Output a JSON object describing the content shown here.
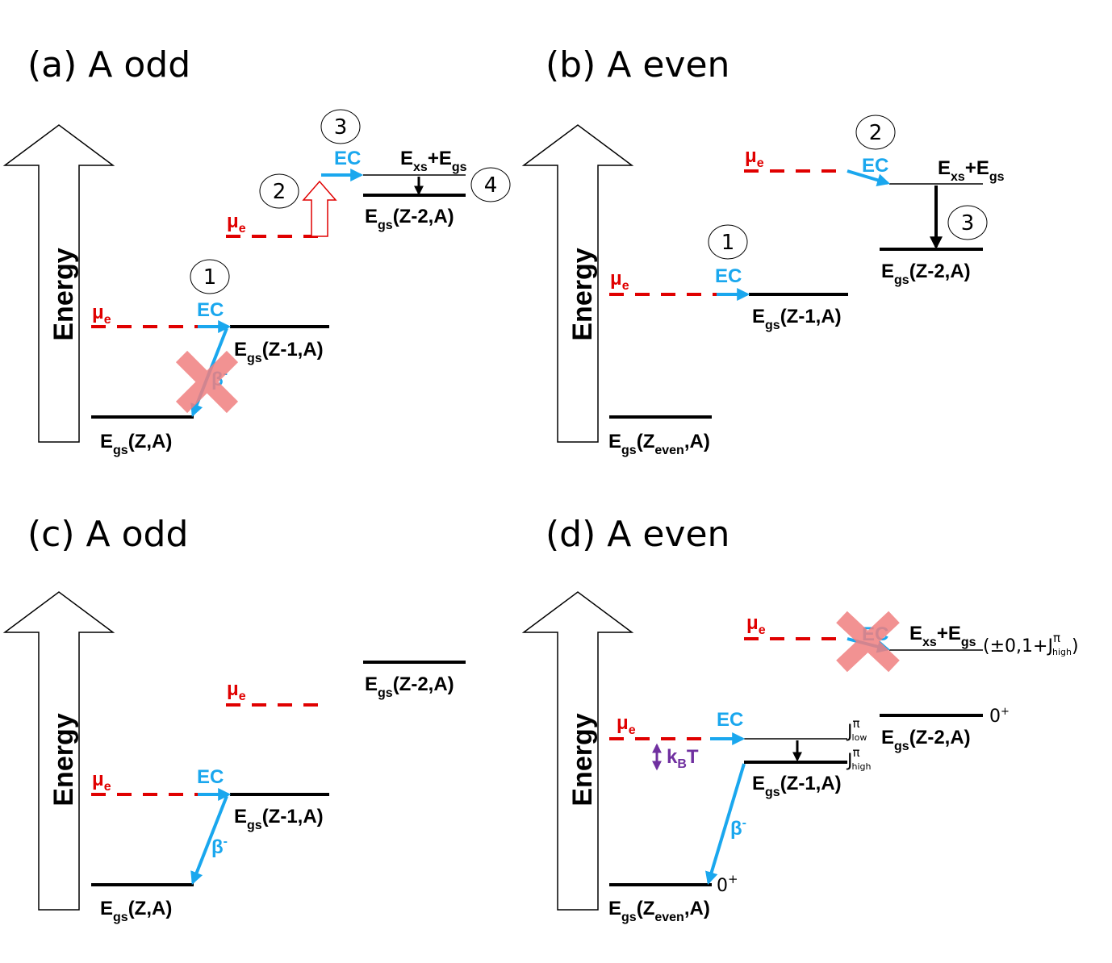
{
  "panels": {
    "a": {
      "title": "(a) A odd"
    },
    "b": {
      "title": "(b) A even"
    },
    "c": {
      "title": "(c) A odd"
    },
    "d": {
      "title": "(d) A even"
    }
  },
  "axis_label": "Energy",
  "symbols": {
    "mu": "μ",
    "mu_sub": "e",
    "ec": "EC",
    "beta": "β",
    "beta_sup": "-",
    "E": "E",
    "gs": "gs",
    "xs": "xs",
    "plus": "+",
    "kb_k": "k",
    "kb_sub": "B",
    "kb_T": "T",
    "zeven_Z": "Z",
    "zeven_sub": "even",
    "J": "J",
    "pi": "π",
    "low": "low",
    "high": "high",
    "zero_plus": "0",
    "plus_sup": "+"
  },
  "levels": {
    "zA": "(Z,A)",
    "z1": "(Z-1,A)",
    "z2": "(Z-2,A)",
    "zeven_tail": ",A)",
    "paren_open": "("
  },
  "steps": {
    "s1": "1",
    "s2": "2",
    "s3": "3",
    "s4": "4"
  },
  "spin_expr": {
    "pre": "(±0,1+J",
    "post": ")"
  },
  "colors": {
    "mu": "#e00000",
    "ec": "#1aa7ee",
    "cross": "#f08080",
    "kbt": "#7030a0",
    "level": "#000000"
  }
}
